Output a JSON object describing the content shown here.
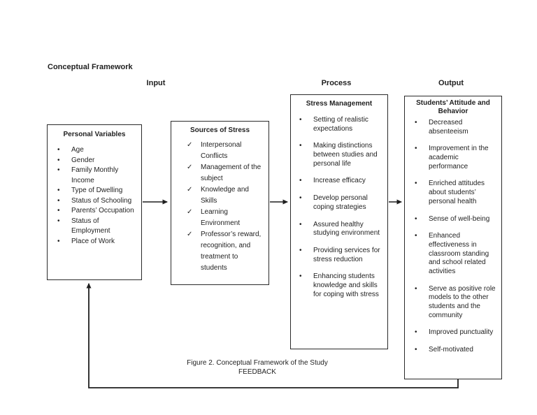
{
  "page_title": "Conceptual Framework",
  "column_headers": {
    "input": "Input",
    "process": "Process",
    "output": "Output"
  },
  "icons": {
    "bullet": "•",
    "check": "✓"
  },
  "boxes": {
    "personal": {
      "title": "Personal Variables",
      "items": [
        "Age",
        "Gender",
        "Family Monthly Income",
        "Type of Dwelling",
        "Status of Schooling",
        "Parents’ Occupation",
        "Status of Employment",
        "Place of Work"
      ]
    },
    "sources": {
      "title": "Sources of Stress",
      "items": [
        "Interpersonal Conflicts",
        "Management of the subject",
        "Knowledge and Skills",
        "Learning Environment",
        "Professor’s reward, recognition, and treatment to students"
      ]
    },
    "process": {
      "title": "Stress Management",
      "items": [
        "Setting of realistic expectations",
        "Making distinctions between studies and personal life",
        "Increase efficacy",
        "Develop personal coping strategies",
        "Assured healthy studying environment",
        "Providing services for stress reduction",
        "Enhancing students knowledge and skills for coping with stress"
      ]
    },
    "output": {
      "title": "Students’ Attitude and Behavior",
      "items": [
        "Decreased absenteeism",
        "Improvement in the academic performance",
        "Enriched attitudes about students’ personal health",
        "Sense of well-being",
        "Enhanced effectiveness in classroom standing and school related activities",
        "Serve as positive role models to the other students and the community",
        "Improved punctuality",
        "Self-motivated"
      ]
    }
  },
  "caption": {
    "line1": "Figure 2.  Conceptual Framework of the Study",
    "line2": "FEEDBACK"
  },
  "colors": {
    "ink": "#1f1f1f",
    "background": "#ffffff"
  }
}
